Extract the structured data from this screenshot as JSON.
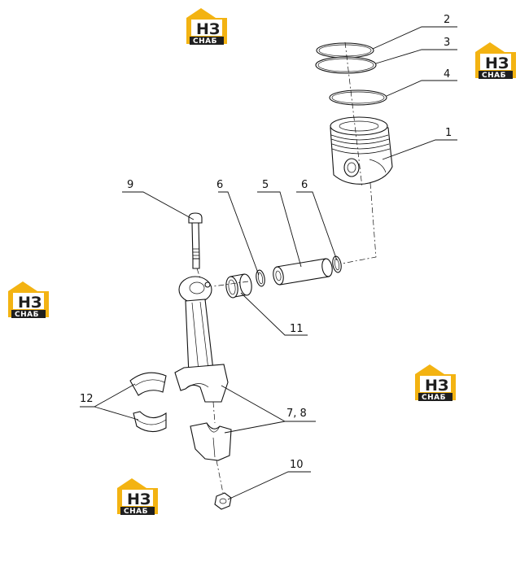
{
  "watermark": {
    "top_text": "НЗ",
    "bottom_text": "СНАБ",
    "accent_color": "#f3b312",
    "dark_color": "#1f1f1f"
  },
  "callouts": {
    "c1": "1",
    "c2": "2",
    "c3": "3",
    "c4": "4",
    "c5": "5",
    "c6a": "6",
    "c6b": "6",
    "c78": "7, 8",
    "c9": "9",
    "c10": "10",
    "c11": "11",
    "c12": "12"
  }
}
